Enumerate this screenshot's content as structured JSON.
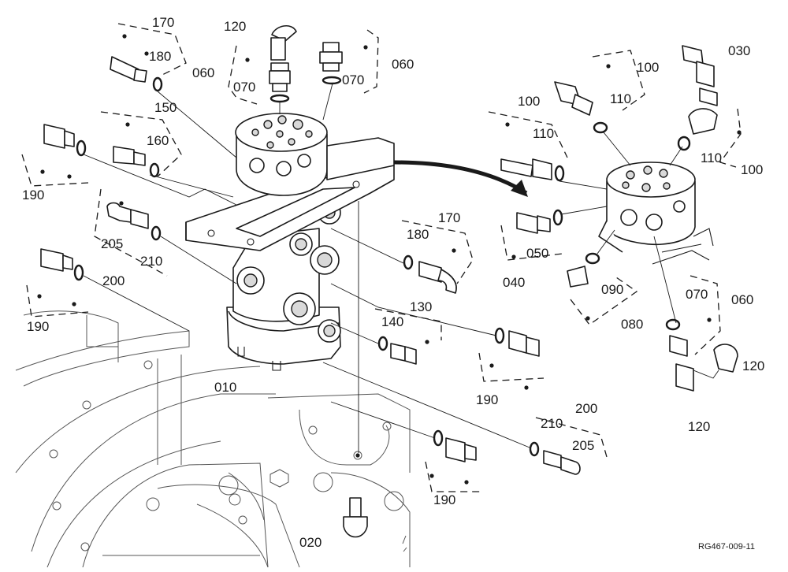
{
  "drawing_code": "RG467-009-11",
  "callouts": [
    {
      "id": "c170a",
      "text": "170"
    },
    {
      "id": "c180a",
      "text": "180"
    },
    {
      "id": "c120a",
      "text": "120"
    },
    {
      "id": "c060a",
      "text": "060"
    },
    {
      "id": "c070a",
      "text": "070"
    },
    {
      "id": "c060b",
      "text": "060"
    },
    {
      "id": "c070b",
      "text": "070"
    },
    {
      "id": "c150",
      "text": "150"
    },
    {
      "id": "c160",
      "text": "160"
    },
    {
      "id": "c190a",
      "text": "190"
    },
    {
      "id": "c205a",
      "text": "205"
    },
    {
      "id": "c210a",
      "text": "210"
    },
    {
      "id": "c200a",
      "text": "200"
    },
    {
      "id": "c190b",
      "text": "190"
    },
    {
      "id": "c010",
      "text": "010"
    },
    {
      "id": "c170b",
      "text": "170"
    },
    {
      "id": "c180b",
      "text": "180"
    },
    {
      "id": "c130",
      "text": "130"
    },
    {
      "id": "c140",
      "text": "140"
    },
    {
      "id": "c190c",
      "text": "190"
    },
    {
      "id": "c200b",
      "text": "200"
    },
    {
      "id": "c210b",
      "text": "210"
    },
    {
      "id": "c205b",
      "text": "205"
    },
    {
      "id": "c190d",
      "text": "190"
    },
    {
      "id": "c020",
      "text": "020"
    },
    {
      "id": "c100a",
      "text": "100"
    },
    {
      "id": "c030",
      "text": "030"
    },
    {
      "id": "c110a",
      "text": "110"
    },
    {
      "id": "c100b",
      "text": "100"
    },
    {
      "id": "c110b",
      "text": "110"
    },
    {
      "id": "c110c",
      "text": "110"
    },
    {
      "id": "c100c",
      "text": "100"
    },
    {
      "id": "c050",
      "text": "050"
    },
    {
      "id": "c040",
      "text": "040"
    },
    {
      "id": "c090",
      "text": "090"
    },
    {
      "id": "c080",
      "text": "080"
    },
    {
      "id": "c070c",
      "text": "070"
    },
    {
      "id": "c060c",
      "text": "060"
    },
    {
      "id": "c120b",
      "text": "120"
    },
    {
      "id": "c120c",
      "text": "120"
    }
  ]
}
